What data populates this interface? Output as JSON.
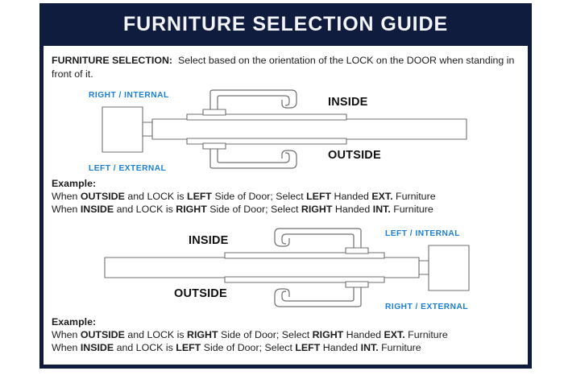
{
  "header": {
    "title": "FURNITURE SELECTION GUIDE",
    "background_color": "#101c3d",
    "text_color": "#f3f4f8"
  },
  "colors": {
    "navy": "#101c3d",
    "accent_blue": "#1a7fd4",
    "line_gray": "#8a8a8a",
    "text": "#1d1d1d"
  },
  "intro": {
    "label": "FURNITURE SELECTION:",
    "text": "Select based on the orientation of the LOCK on the DOOR when standing in front of it."
  },
  "diagram_1": {
    "name": "lock-on-left-diagram",
    "top_label": "RIGHT / INTERNAL",
    "bottom_label": "LEFT / EXTERNAL",
    "inside_label": "INSIDE",
    "outside_label": "OUTSIDE",
    "lock_position": "left"
  },
  "diagram_2": {
    "name": "lock-on-right-diagram",
    "top_label": "LEFT / INTERNAL",
    "bottom_label": "RIGHT / EXTERNAL",
    "inside_label": "INSIDE",
    "outside_label": "OUTSIDE",
    "lock_position": "right"
  },
  "example_1": {
    "heading": "Example:",
    "line1": {
      "p1": "When ",
      "b1": "OUTSIDE",
      "p2": " and LOCK is ",
      "b2": "LEFT",
      "p3": " Side of Door;   Select ",
      "b3": "LEFT",
      "p4": " Handed ",
      "b4": "EXT.",
      "p5": " Furniture"
    },
    "line2": {
      "p1": "When ",
      "b1": "INSIDE",
      "p2": " and LOCK is ",
      "b2": "RIGHT",
      "p3": " Side of Door;  Select ",
      "b3": "RIGHT",
      "p4": " Handed ",
      "b4": "INT.",
      "p5": " Furniture"
    }
  },
  "example_2": {
    "heading": "Example:",
    "line1": {
      "p1": "When ",
      "b1": "OUTSIDE",
      "p2": " and LOCK is ",
      "b2": "RIGHT",
      "p3": " Side of Door;   Select ",
      "b3": "RIGHT",
      "p4": " Handed ",
      "b4": "EXT.",
      "p5": " Furniture"
    },
    "line2": {
      "p1": "When ",
      "b1": "INSIDE",
      "p2": " and LOCK is ",
      "b2": "LEFT",
      "p3": " Side of Door;  Select ",
      "b3": "LEFT",
      "p4": " Handed ",
      "b4": "INT.",
      "p5": " Furniture"
    }
  }
}
